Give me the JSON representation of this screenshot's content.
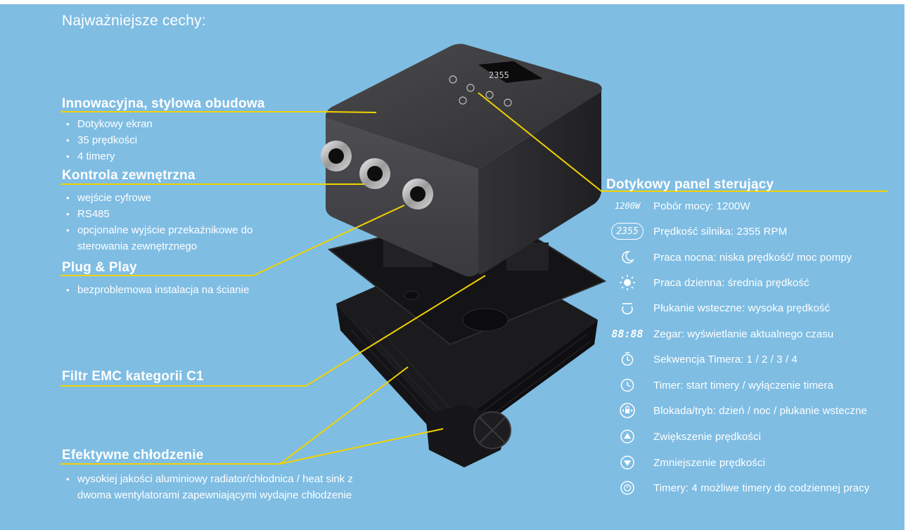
{
  "title": "Najważniejsze cechy:",
  "sections": {
    "housing": {
      "title": "Innowacyjna, stylowa obudowa",
      "items": [
        "Dotykowy ekran",
        "35 prędkości",
        "4 timery"
      ]
    },
    "external": {
      "title": "Kontrola zewnętrzna",
      "items": [
        "wejście cyfrowe",
        "RS485",
        "opcjonalne wyjście przekaźnikowe do sterowania zewnętrznego"
      ]
    },
    "plug": {
      "title": "Plug & Play",
      "items": [
        "bezproblemowa instalacja na ścianie"
      ]
    },
    "emc": {
      "title": "Filtr EMC kategorii  C1"
    },
    "cooling": {
      "title": "Efektywne chłodzenie",
      "items": [
        "wysokiej jakości aluminiowy radiator/chłodnica / heat sink z dwoma wentylatorami zapewniającymi wydajne chłodzenie"
      ]
    }
  },
  "panel": {
    "title": "Dotykowy panel sterujący",
    "features": [
      {
        "icon": "power-readout-icon",
        "icon_text": "1200W",
        "text": "Pobór mocy: 1200W"
      },
      {
        "icon": "speed-readout-icon",
        "icon_text": "2355",
        "text": "Prędkość silnika: 2355 RPM"
      },
      {
        "icon": "moon-icon",
        "text": "Praca nocna: niska prędkość/ moc pompy"
      },
      {
        "icon": "sun-icon",
        "text": "Praca dzienna: średnia prędkość"
      },
      {
        "icon": "backwash-icon",
        "text": "Płukanie wsteczne: wysoka prędkość"
      },
      {
        "icon": "clock-digits-icon",
        "icon_text": "88:88",
        "text": "Zegar: wyświetlanie aktualnego czasu"
      },
      {
        "icon": "timer-sequence-icon",
        "text": "Sekwencja Timera: 1 / 2 / 3 / 4"
      },
      {
        "icon": "timer-clock-icon",
        "text": "Timer: start timery / wyłączenie timera"
      },
      {
        "icon": "lock-mode-icon",
        "text": "Blokada/tryb: dzień / noc / płukanie wsteczne"
      },
      {
        "icon": "arrow-up-icon",
        "text": "Zwiększenie prędkości"
      },
      {
        "icon": "arrow-down-icon",
        "text": "Zmniejszenie prędkości"
      },
      {
        "icon": "timers-button-icon",
        "text": "Timery: 4 możliwe timery do codziennej pracy"
      }
    ]
  },
  "display_readout": "2355",
  "colors": {
    "background": "#7fbde3",
    "accent_line": "#f2d200",
    "device_dark": "#2b2b2b",
    "text": "#ffffff"
  }
}
